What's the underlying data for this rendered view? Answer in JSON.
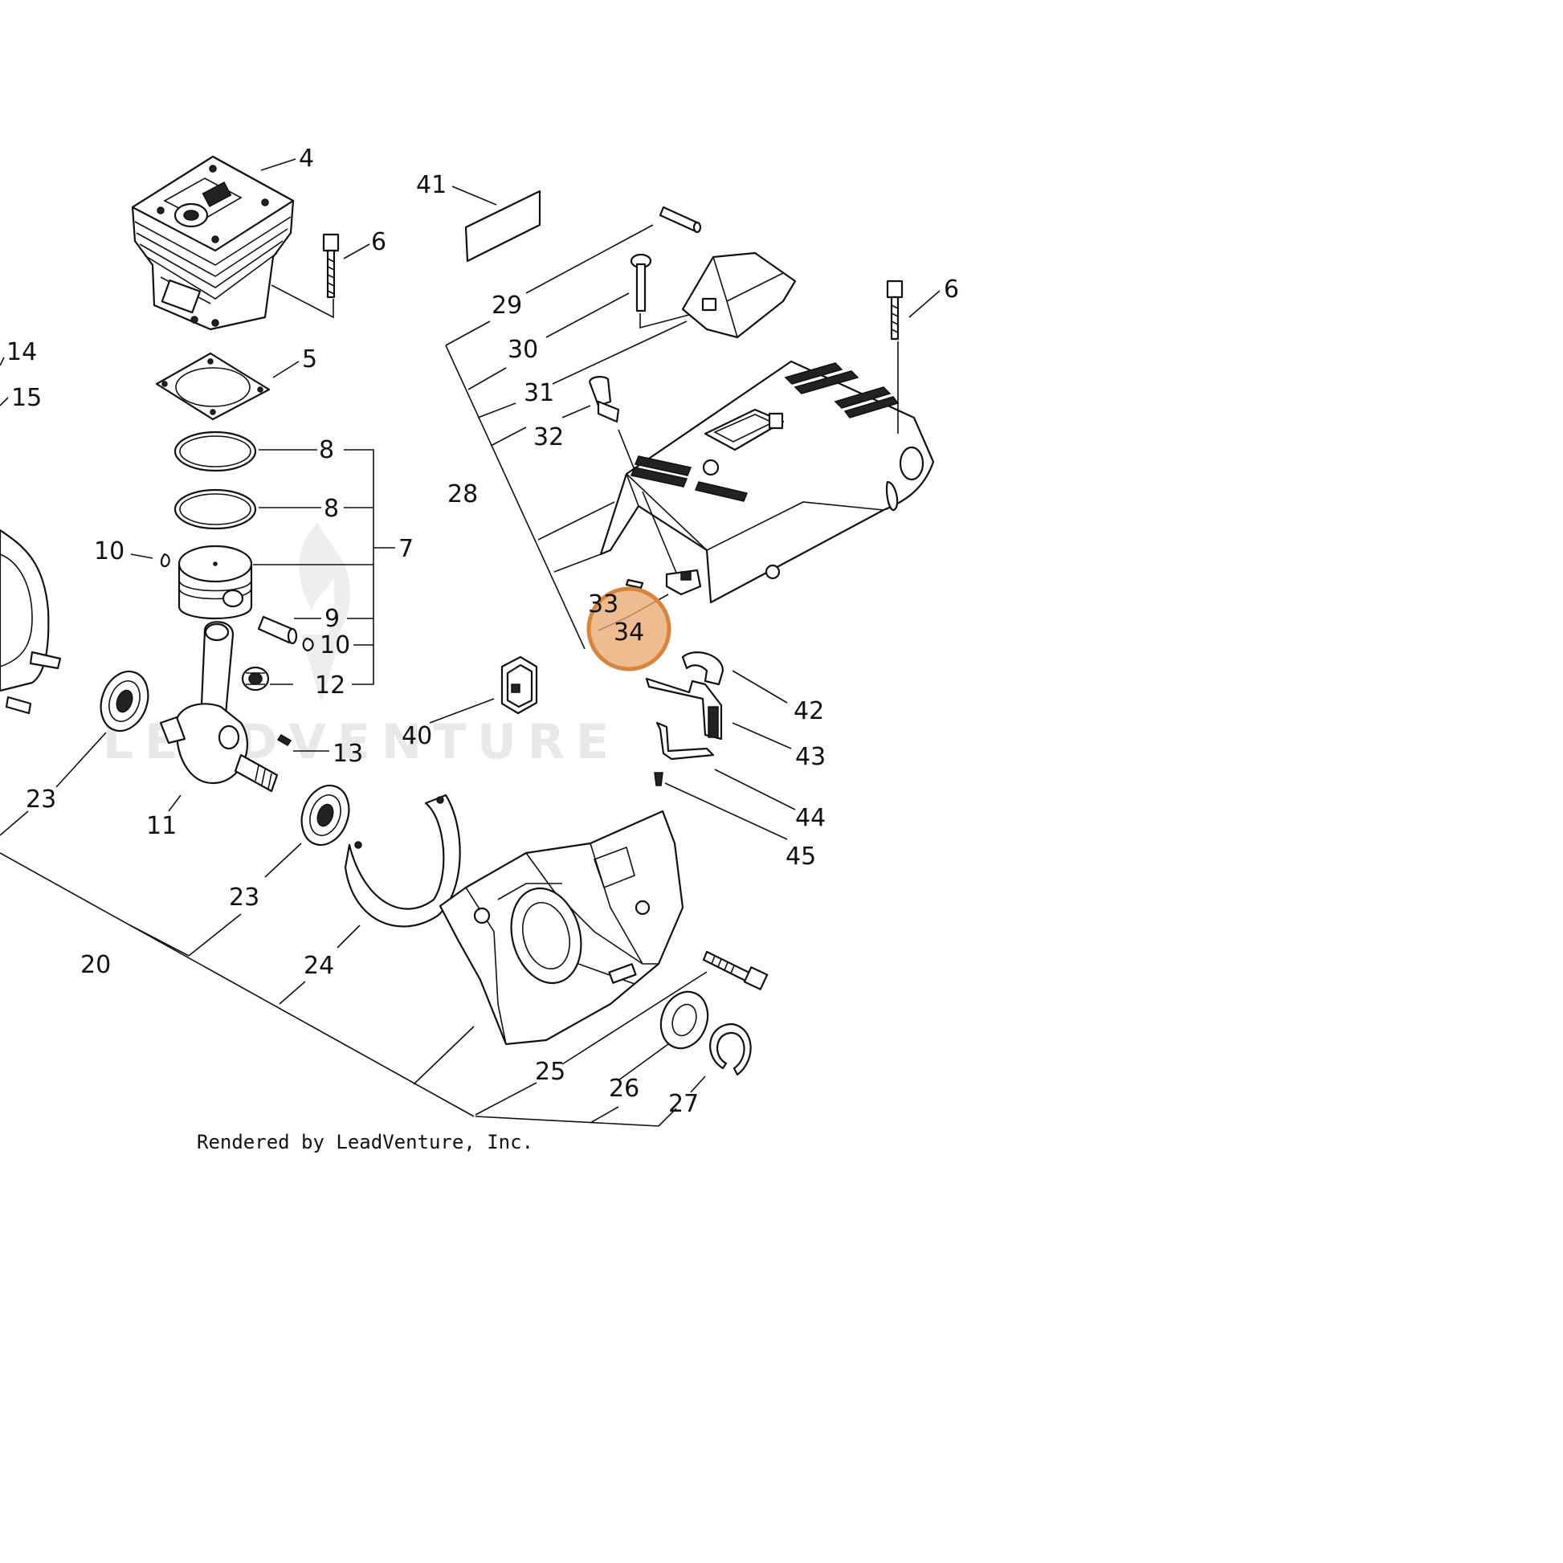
{
  "diagram": {
    "callouts": [
      {
        "id": "4",
        "label": "4"
      },
      {
        "id": "6a",
        "label": "6"
      },
      {
        "id": "6b",
        "label": "6"
      },
      {
        "id": "41",
        "label": "41"
      },
      {
        "id": "14",
        "label": "14"
      },
      {
        "id": "15",
        "label": "15"
      },
      {
        "id": "5",
        "label": "5"
      },
      {
        "id": "8a",
        "label": "8"
      },
      {
        "id": "8b",
        "label": "8"
      },
      {
        "id": "7",
        "label": "7"
      },
      {
        "id": "10a",
        "label": "10"
      },
      {
        "id": "9",
        "label": "9"
      },
      {
        "id": "10b",
        "label": "10"
      },
      {
        "id": "12",
        "label": "12"
      },
      {
        "id": "29",
        "label": "29"
      },
      {
        "id": "30",
        "label": "30"
      },
      {
        "id": "31",
        "label": "31"
      },
      {
        "id": "32",
        "label": "32"
      },
      {
        "id": "28",
        "label": "28"
      },
      {
        "id": "33",
        "label": "33"
      },
      {
        "id": "34",
        "label": "34"
      },
      {
        "id": "42",
        "label": "42"
      },
      {
        "id": "43",
        "label": "43"
      },
      {
        "id": "44",
        "label": "44"
      },
      {
        "id": "45",
        "label": "45"
      },
      {
        "id": "40",
        "label": "40"
      },
      {
        "id": "13",
        "label": "13"
      },
      {
        "id": "23a",
        "label": "23"
      },
      {
        "id": "11",
        "label": "11"
      },
      {
        "id": "23b",
        "label": "23"
      },
      {
        "id": "20",
        "label": "20"
      },
      {
        "id": "24",
        "label": "24"
      },
      {
        "id": "25",
        "label": "25"
      },
      {
        "id": "26",
        "label": "26"
      },
      {
        "id": "27",
        "label": "27"
      }
    ],
    "highlight": {
      "callout": "34",
      "color": "#d9843b"
    },
    "watermark": "LEADVENTURE",
    "credit": "Rendered by LeadVenture, Inc."
  }
}
